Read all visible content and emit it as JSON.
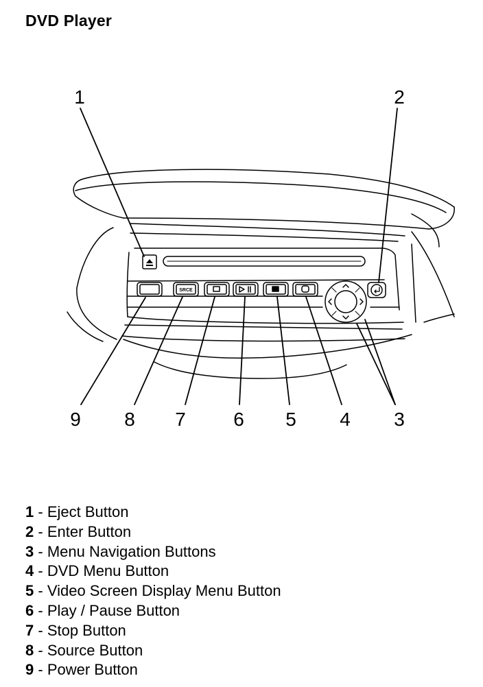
{
  "title": "DVD Player",
  "callout_numbers": [
    "1",
    "2",
    "3",
    "4",
    "5",
    "6",
    "7",
    "8",
    "9"
  ],
  "button_labels": {
    "source": "SRCE"
  },
  "legend": [
    {
      "num": "1",
      "sep": " - ",
      "text": "Eject Button"
    },
    {
      "num": "2",
      "sep": " - ",
      "text": "Enter Button"
    },
    {
      "num": "3",
      "sep": " - ",
      "text": "Menu Navigation Buttons"
    },
    {
      "num": "4",
      "sep": " - ",
      "text": "DVD Menu Button"
    },
    {
      "num": "5",
      "sep": " - ",
      "text": "Video Screen Display Menu Button"
    },
    {
      "num": "6",
      "sep": " - ",
      "text": "Play / Pause Button"
    },
    {
      "num": "7",
      "sep": " - ",
      "text": "Stop Button"
    },
    {
      "num": "8",
      "sep": " - ",
      "text": "Source Button"
    },
    {
      "num": "9",
      "sep": " - ",
      "text": "Power Button"
    }
  ]
}
